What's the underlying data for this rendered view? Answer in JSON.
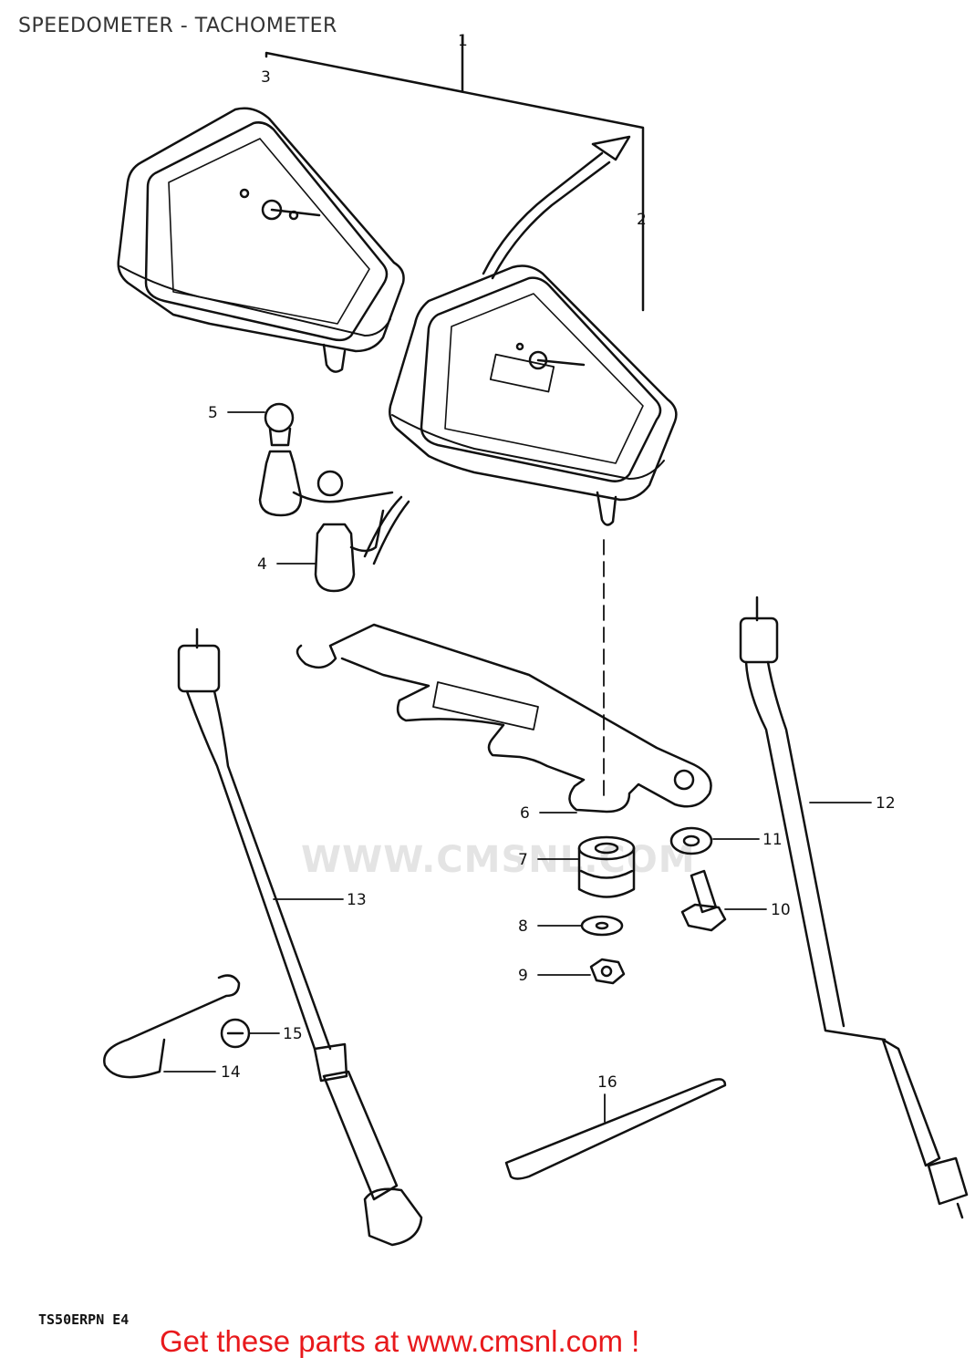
{
  "title": "SPEEDOMETER - TACHOMETER",
  "watermark": "WWW.CMSNL.COM",
  "footer": {
    "code": "TS50ERPN E4",
    "link": "Get these parts at www.cmsnl.com !"
  },
  "callouts": [
    {
      "id": "c1",
      "label": "1"
    },
    {
      "id": "c2",
      "label": "2"
    },
    {
      "id": "c3",
      "label": "3"
    },
    {
      "id": "c4",
      "label": "4"
    },
    {
      "id": "c5",
      "label": "5"
    },
    {
      "id": "c6",
      "label": "6"
    },
    {
      "id": "c7",
      "label": "7"
    },
    {
      "id": "c8",
      "label": "8"
    },
    {
      "id": "c9",
      "label": "9"
    },
    {
      "id": "c10",
      "label": "10"
    },
    {
      "id": "c11",
      "label": "11"
    },
    {
      "id": "c12",
      "label": "12"
    },
    {
      "id": "c13",
      "label": "13"
    },
    {
      "id": "c14",
      "label": "14"
    },
    {
      "id": "c15",
      "label": "15"
    },
    {
      "id": "c16",
      "label": "16"
    }
  ]
}
